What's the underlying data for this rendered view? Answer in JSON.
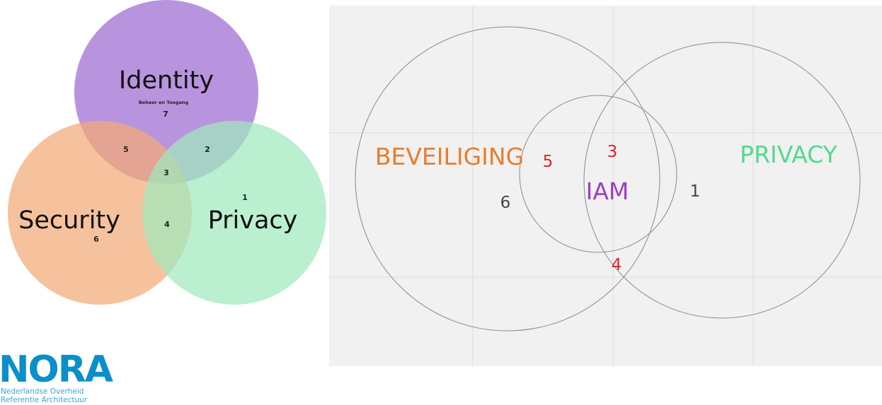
{
  "left_diagram": {
    "circles": {
      "identity": {
        "label": "Identity",
        "sublabel": "Beheer en Toegang",
        "color": "#a879d6"
      },
      "security": {
        "label": "Security",
        "color": "#f2ab77"
      },
      "privacy": {
        "label": "Privacy",
        "color": "#9fe9bd"
      }
    },
    "regions": {
      "identity_only": "7",
      "identity_security": "5",
      "identity_privacy": "2",
      "all_three": "3",
      "security_privacy": "4",
      "privacy_only": "1",
      "security_only": "6"
    }
  },
  "right_diagram": {
    "labels": {
      "beveiliging": "BEVEILIGING",
      "privacy": "PRIVACY",
      "iam": "IAM"
    },
    "regions": {
      "beveiliging_only": "6",
      "privacy_only": "1",
      "iam_beveiliging": "5",
      "iam_all": "3",
      "beveiliging_privacy": "4"
    },
    "colors": {
      "beveiliging": "#e87d2e",
      "privacy": "#54d98c",
      "iam": "#9b3fbf",
      "intersection_numbers": "#d9232a",
      "plain_numbers": "#444444"
    }
  },
  "logo": {
    "name": "NORA",
    "line1": "Nederlandse Overheid",
    "line2": "Referentie Architectuur",
    "color": "#0b8fc9"
  }
}
